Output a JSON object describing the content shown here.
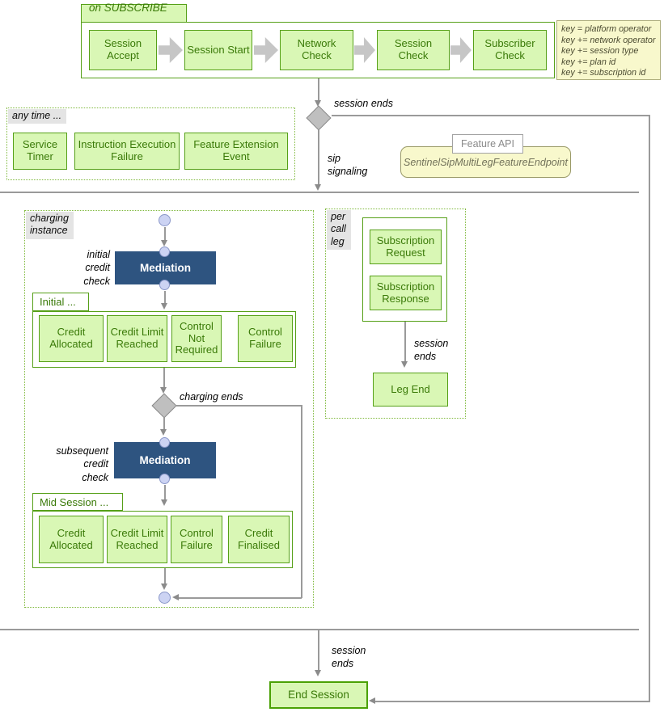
{
  "subscribe": {
    "tab_label": "on SUBSCRIBE ...",
    "steps": [
      "Session Accept",
      "Session Start",
      "Network Check",
      "Session Check",
      "Subscriber Check"
    ]
  },
  "key_box": {
    "lines": [
      "key = platform operator",
      "key += network operator",
      "key += session type",
      "key += plan id",
      "key += subscription id"
    ]
  },
  "any_time": {
    "label": "any time ...",
    "events": [
      "Service Timer",
      "Instruction Execution Failure",
      "Feature Extension Event"
    ]
  },
  "feature_api": {
    "title": "Feature API",
    "endpoint": "SentinelSipMultiLegFeatureEndpoint"
  },
  "edges": {
    "session_ends_top": "session ends",
    "sip_signaling": "sip\nsignaling",
    "charging_ends": "charging ends",
    "session_ends_leg": "session\nends",
    "session_ends_bottom": "session\nends"
  },
  "charging": {
    "label": "charging\ninstance",
    "initial_credit_check": "initial\ncredit\ncheck",
    "mediation_initial": "Mediation",
    "initial_group_label": "Initial ...",
    "initial_outcomes": [
      "Credit Allocated",
      "Credit Limit Reached",
      "Control Not Required",
      "Control Failure"
    ],
    "subsequent_credit_check": "subsequent\ncredit\ncheck",
    "mediation_subsequent": "Mediation",
    "mid_group_label": "Mid Session ...",
    "mid_outcomes": [
      "Credit Allocated",
      "Credit Limit Reached",
      "Control Failure",
      "Credit Finalised"
    ]
  },
  "per_call_leg": {
    "label": "per\ncall\nleg",
    "boxes": [
      "Subscription Request",
      "Subscription Response"
    ],
    "leg_end": "Leg End"
  },
  "end_session": {
    "label": "End Session"
  },
  "colors": {
    "node_fill": "#d9f7b5",
    "node_border": "#56a018",
    "node_text": "#3a7a08",
    "mediation_fill": "#2e5480",
    "note_fill": "#f8f8cc",
    "dotted_border": "#7fb93c",
    "line_gray": "#9a9a9a",
    "diamond_fill": "#bfbfbf",
    "pin_circle_fill": "#ccd3f3"
  }
}
